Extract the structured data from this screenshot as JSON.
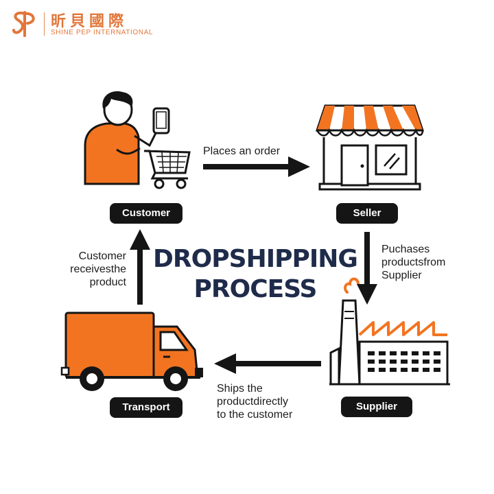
{
  "brand": {
    "chinese_name": "昕貝國際",
    "english_name": "SHINE PEP INTERNATIONAL",
    "logo_text": "SP",
    "color": "#e2763a"
  },
  "title": {
    "line1": "DROPSHIPPING",
    "line2": "PROCESS",
    "color": "#1f2b4a"
  },
  "nodes": {
    "customer": {
      "label": "Customer",
      "icon": "shopper-with-cart-icon"
    },
    "seller": {
      "label": "Seller",
      "icon": "storefront-icon"
    },
    "supplier": {
      "label": "Supplier",
      "icon": "factory-icon"
    },
    "transport": {
      "label": "Transport",
      "icon": "delivery-truck-icon"
    }
  },
  "steps": {
    "places_order": {
      "text": "Places an order"
    },
    "purchases": {
      "line1": "Puchases",
      "line2": "productsfrom",
      "line3": "Supplier"
    },
    "ships": {
      "line1": "Ships the",
      "line2": "productdirectly",
      "line3": "to the customer"
    },
    "receives": {
      "line1": "Customer",
      "line2": "receivesthe",
      "line3": "product"
    }
  },
  "colors": {
    "accent": "#f27421",
    "dark": "#151515"
  }
}
